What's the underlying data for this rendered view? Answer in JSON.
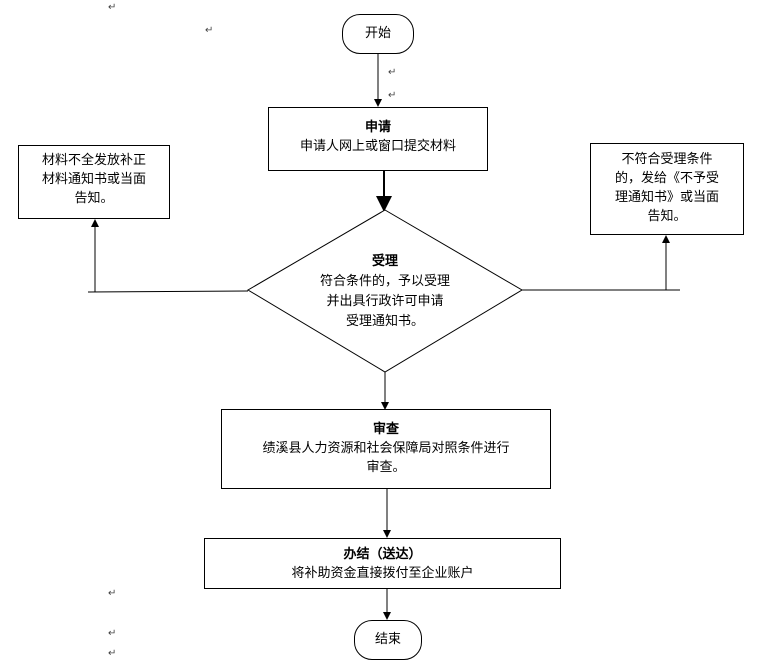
{
  "start": {
    "label": "开始"
  },
  "apply": {
    "title": "申请",
    "text": "申请人网上或窗口提交材料"
  },
  "left_note": {
    "lines": [
      "材料不全发放补正",
      "材料通知书或当面",
      "告知。"
    ]
  },
  "right_note": {
    "lines": [
      "不符合受理条件",
      "的，发给《不予受",
      "理通知书》或当面",
      "告知。"
    ]
  },
  "accept": {
    "title": "受理",
    "lines": [
      "符合条件的，予以受理",
      "并出具行政许可申请",
      "受理通知书。"
    ]
  },
  "review": {
    "title": "审查",
    "lines": [
      "绩溪县人力资源和社会保障局对照条件进行",
      "审查。"
    ]
  },
  "finish": {
    "title": "办结（送达）",
    "text": "将补助资金直接拨付至企业账户"
  },
  "end": {
    "label": "结束"
  },
  "return_mark": "↵"
}
